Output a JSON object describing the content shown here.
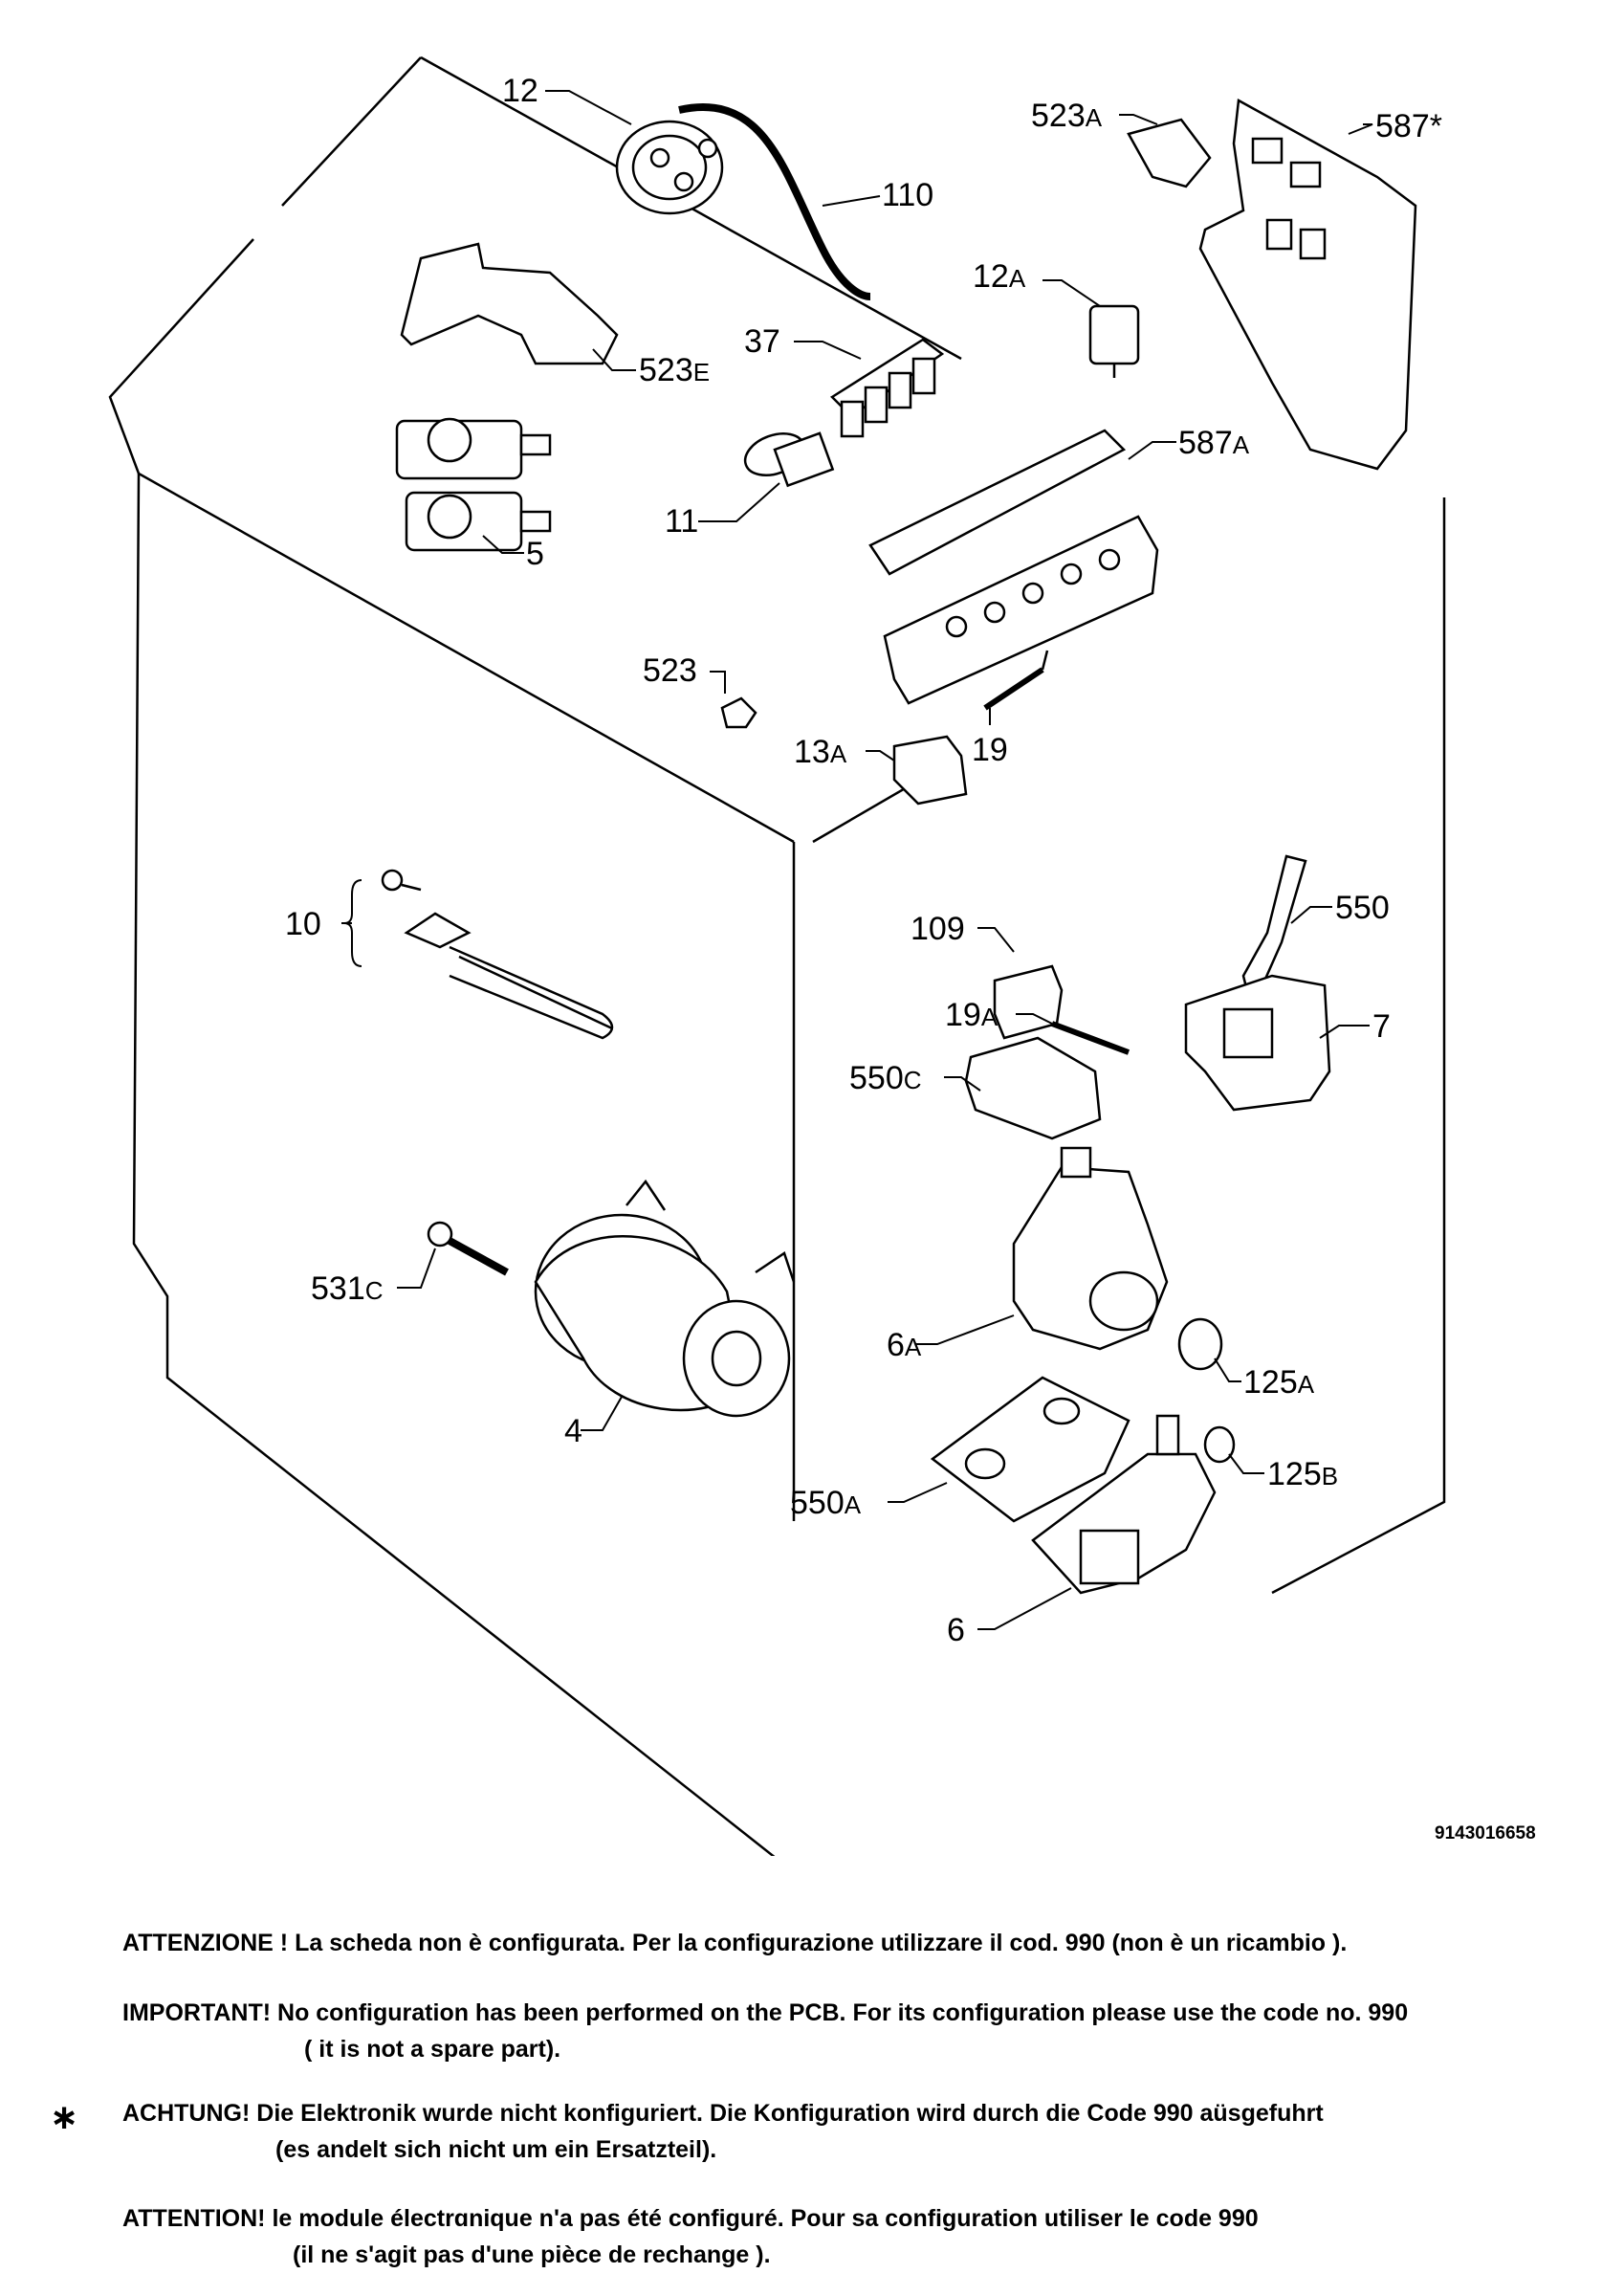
{
  "diagram": {
    "drawing_id": "9143016658",
    "parts": [
      {
        "key": "p12",
        "num": "12",
        "suffix": ""
      },
      {
        "key": "p110",
        "num": "110",
        "suffix": ""
      },
      {
        "key": "p523A",
        "num": "523",
        "suffix": "A"
      },
      {
        "key": "p587star",
        "num": "587",
        "suffix": "*"
      },
      {
        "key": "p12A",
        "num": "12",
        "suffix": "A"
      },
      {
        "key": "p523E",
        "num": "523",
        "suffix": "E"
      },
      {
        "key": "p37",
        "num": "37",
        "suffix": ""
      },
      {
        "key": "p587A",
        "num": "587",
        "suffix": "A"
      },
      {
        "key": "p11",
        "num": "11",
        "suffix": ""
      },
      {
        "key": "p5",
        "num": "5",
        "suffix": ""
      },
      {
        "key": "p523",
        "num": "523",
        "suffix": ""
      },
      {
        "key": "p13A",
        "num": "13",
        "suffix": "A"
      },
      {
        "key": "p19",
        "num": "19",
        "suffix": ""
      },
      {
        "key": "p10",
        "num": "10",
        "suffix": ""
      },
      {
        "key": "p109",
        "num": "109",
        "suffix": ""
      },
      {
        "key": "p550",
        "num": "550",
        "suffix": ""
      },
      {
        "key": "p19A",
        "num": "19",
        "suffix": "A"
      },
      {
        "key": "p7",
        "num": "7",
        "suffix": ""
      },
      {
        "key": "p550C",
        "num": "550",
        "suffix": "C"
      },
      {
        "key": "p531C",
        "num": "531",
        "suffix": "C"
      },
      {
        "key": "p6A",
        "num": "6",
        "suffix": "A"
      },
      {
        "key": "p125A",
        "num": "125",
        "suffix": "A"
      },
      {
        "key": "p4",
        "num": "4",
        "suffix": ""
      },
      {
        "key": "p125B",
        "num": "125",
        "suffix": "B"
      },
      {
        "key": "p550A",
        "num": "550",
        "suffix": "A"
      },
      {
        "key": "p6",
        "num": "6",
        "suffix": ""
      }
    ]
  },
  "notes": {
    "it": {
      "line1": "ATTENZIONE ! La scheda non è  configurata. Per la configurazione utilizzare il cod. 990 (non è un ricambio )."
    },
    "en": {
      "line1": "IMPORTANT! No configuration has been performed on the PCB. For its configuration please use the code no. 990",
      "line2": "( it is not a spare part)."
    },
    "de": {
      "marker": "∗",
      "line1": "ACHTUNG! Die Elektronik wurde nicht konfiguriert. Die Konfiguration wird durch die Code 990 aüsgefuhrt",
      "line2": "(es andelt sich nicht um ein Ersatzteil)."
    },
    "fr": {
      "line1": "ATTENTION! le module électrɑnique n'a pas été configuré. Pour  sa configuration utiliser le code 990",
      "line2": "(il ne s'agit pas d'une pièce de rechange )."
    }
  }
}
